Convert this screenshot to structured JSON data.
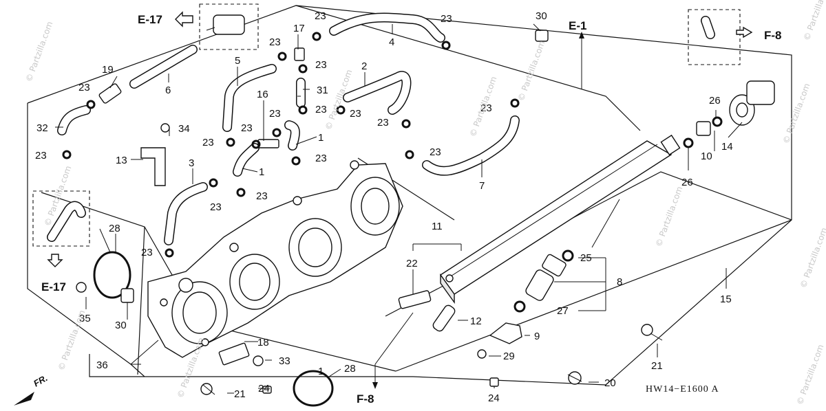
{
  "diagram": {
    "code": "HW14−E1600 A",
    "watermark": "© Partzilla.com",
    "front_label": "FR.",
    "sections": {
      "e17_top": "E-17",
      "e17_left": "E-17",
      "e1": "E-1",
      "f8_top": "F-8",
      "f8_bottom": "F-8"
    },
    "callouts": {
      "c1a": "1",
      "c1b": "1",
      "c2": "2",
      "c3": "3",
      "c4": "4",
      "c5": "5",
      "c6": "6",
      "c7": "7",
      "c8": "8",
      "c9": "9",
      "c10": "10",
      "c11": "11",
      "c12": "12",
      "c13": "13",
      "c14": "14",
      "c15": "15",
      "c16": "16",
      "c17": "17",
      "c18": "18",
      "c19": "19",
      "c20": "20",
      "c21a": "21",
      "c21b": "21",
      "c22": "22",
      "c23_01": "23",
      "c23_02": "23",
      "c23_03": "23",
      "c23_04": "23",
      "c23_05": "23",
      "c23_06": "23",
      "c23_07": "23",
      "c23_08": "23",
      "c23_09": "23",
      "c23_10": "23",
      "c23_11": "23",
      "c23_12": "23",
      "c23_13": "23",
      "c23_14": "23",
      "c23_15": "23",
      "c23_16": "23",
      "c23_17": "23",
      "c23_18": "23",
      "c24a": "24",
      "c24b": "24",
      "c25": "25",
      "c26a": "26",
      "c26b": "26",
      "c27": "27",
      "c28a": "28",
      "c28b": "28",
      "c29": "29",
      "c30a": "30",
      "c30b": "30",
      "c31": "31",
      "c32": "32",
      "c33": "33",
      "c34": "34",
      "c35": "35",
      "c36": "36"
    }
  }
}
